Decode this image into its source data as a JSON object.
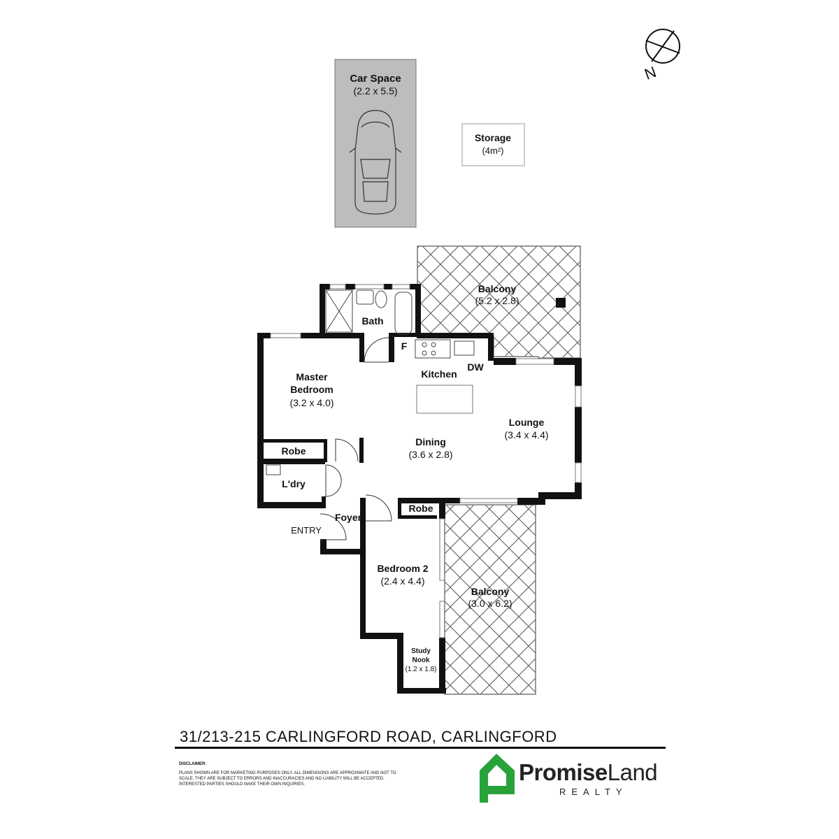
{
  "rooms": {
    "car_space": {
      "name": "Car Space",
      "size": "(2.2 x 5.5)"
    },
    "storage": {
      "name": "Storage",
      "size": "(4m²)"
    },
    "balcony_top": {
      "name": "Balcony",
      "size": "(5.2 x 2.8)"
    },
    "bath": {
      "name": "Bath"
    },
    "fridge": {
      "name": "F"
    },
    "kitchen": {
      "name": "Kitchen"
    },
    "dishwasher": {
      "name": "DW"
    },
    "master_bedroom": {
      "name_line1": "Master",
      "name_line2": "Bedroom",
      "size": "(3.2 x 4.0)"
    },
    "robe_master": {
      "name": "Robe"
    },
    "laundry": {
      "name": "L'dry"
    },
    "dining": {
      "name": "Dining",
      "size": "(3.6 x 2.8)"
    },
    "lounge": {
      "name": "Lounge",
      "size": "(3.4 x 4.4)"
    },
    "foyer": {
      "name": "Foyer"
    },
    "entry": {
      "name": "ENTRY"
    },
    "robe_bed2": {
      "name": "Robe"
    },
    "bedroom2": {
      "name": "Bedroom 2",
      "size": "(2.4 x 4.4)"
    },
    "balcony_side": {
      "name": "Balcony",
      "size": "(3.0 x 6.2)"
    },
    "study_nook": {
      "name_line1": "Study",
      "name_line2": "Nook",
      "size": "(1.2 x 1.8)"
    }
  },
  "compass": {
    "label": "N",
    "icon": "north-arrow-icon"
  },
  "footer": {
    "address": "31/213-215 CARLINGFORD ROAD, CARLINGFORD",
    "disclaimer_title": "DISCLAIMER:",
    "disclaimer_text": "PLANS SHOWN ARE FOR MARKETING PURPOSES ONLY. ALL DIMENSIONS ARE APPROXIMATE AND NOT TO SCALE. THEY ARE SUBJECT TO ERRORS AND INACCURACIES AND NO LIABILITY WILL BE ACCEPTED. INTERESTED PARTIES SHOULD MAKE THEIR OWN INQUIRIES."
  },
  "brand": {
    "name_bold": "Promise",
    "name_regular": "Land",
    "tagline": "REALTY",
    "icon": "house-logo-icon"
  },
  "colors": {
    "wall": "#111111",
    "car_space_fill": "#bdbdbd",
    "brand_green": "#27a33a",
    "hatch": "#555555"
  }
}
